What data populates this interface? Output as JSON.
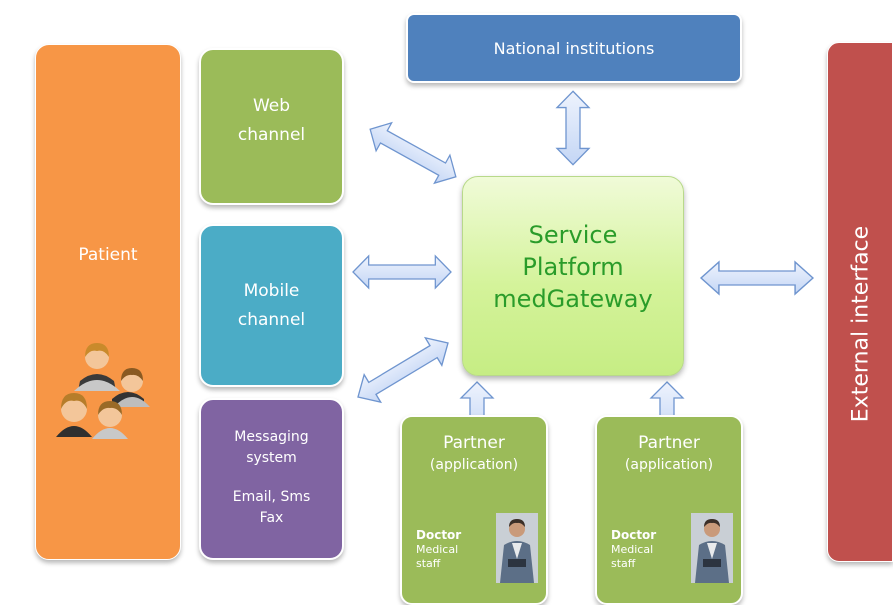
{
  "nodes": {
    "patient": {
      "label": "Patient"
    },
    "web_channel": {
      "line1": "Web",
      "line2": "channel"
    },
    "mobile_channel": {
      "line1": "Mobile",
      "line2": "channel"
    },
    "messaging_system": {
      "line1": "Messaging",
      "line2": "system",
      "line3": "Email, Sms",
      "line4": "Fax"
    },
    "national_institutions": {
      "label": "National institutions"
    },
    "service_platform": {
      "line1": "Service",
      "line2": "Platform",
      "line3": "medGateway"
    },
    "partners": [
      {
        "title": "Partner",
        "subtitle": "(application)",
        "role": "Doctor",
        "detail1": "Medical",
        "detail2": "staff"
      },
      {
        "title": "Partner",
        "subtitle": "(application)",
        "role": "Doctor",
        "detail1": "Medical",
        "detail2": "staff"
      }
    ],
    "external_interface": {
      "label": "External interface"
    }
  },
  "colors": {
    "patient": "#f79646",
    "channel_web": "#9bbb59",
    "channel_mobile": "#4bacc6",
    "channel_messaging": "#8064a2",
    "national": "#4f81bd",
    "platform_text": "#2a9c2a",
    "external": "#c0504d",
    "arrow_fill": "#dbe7fb",
    "arrow_stroke": "#6f95cf"
  }
}
